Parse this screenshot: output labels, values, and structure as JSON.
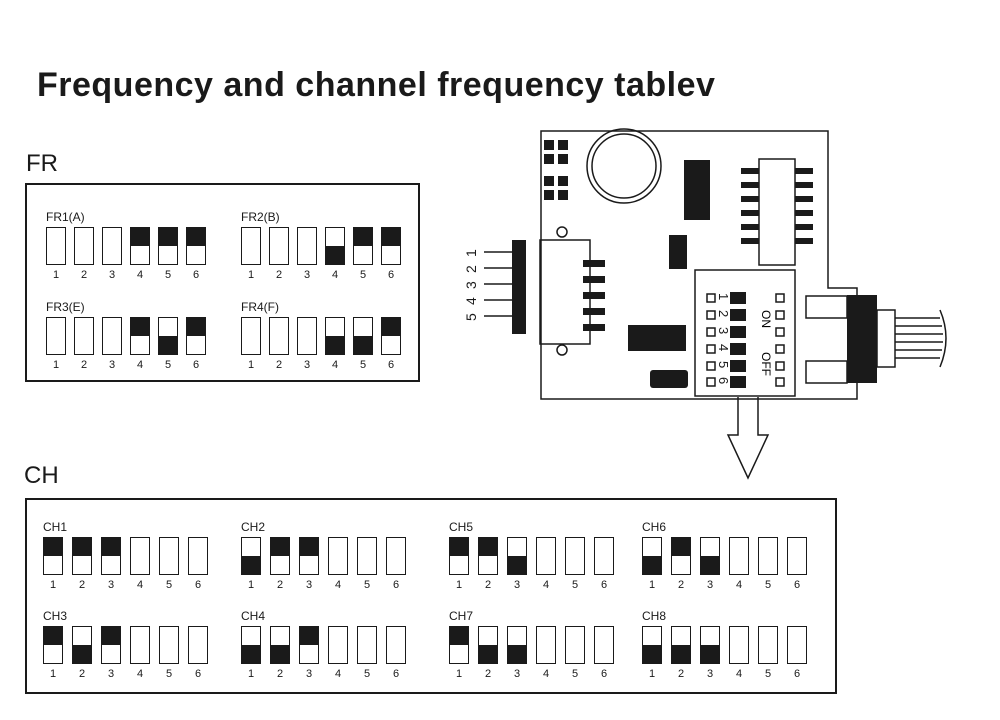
{
  "title": "Frequency and channel frequency tablev",
  "fr": {
    "label": "FR",
    "groups": [
      {
        "label": "FR1(A)",
        "switches": [
          "none",
          "none",
          "none",
          "top",
          "top",
          "top"
        ]
      },
      {
        "label": "FR2(B)",
        "switches": [
          "none",
          "none",
          "none",
          "bottom",
          "top",
          "top"
        ]
      },
      {
        "label": "FR3(E)",
        "switches": [
          "none",
          "none",
          "none",
          "top",
          "bottom",
          "top"
        ]
      },
      {
        "label": "FR4(F)",
        "switches": [
          "none",
          "none",
          "none",
          "bottom",
          "bottom",
          "top"
        ]
      }
    ]
  },
  "ch": {
    "label": "CH",
    "groups": [
      {
        "label": "CH1",
        "switches": [
          "top",
          "top",
          "top",
          "none",
          "none",
          "none"
        ]
      },
      {
        "label": "CH2",
        "switches": [
          "bottom",
          "top",
          "top",
          "none",
          "none",
          "none"
        ]
      },
      {
        "label": "CH5",
        "switches": [
          "top",
          "top",
          "bottom",
          "none",
          "none",
          "none"
        ]
      },
      {
        "label": "CH6",
        "switches": [
          "bottom",
          "top",
          "bottom",
          "none",
          "none",
          "none"
        ]
      },
      {
        "label": "CH3",
        "switches": [
          "top",
          "bottom",
          "top",
          "none",
          "none",
          "none"
        ]
      },
      {
        "label": "CH4",
        "switches": [
          "bottom",
          "bottom",
          "top",
          "none",
          "none",
          "none"
        ]
      },
      {
        "label": "CH7",
        "switches": [
          "top",
          "bottom",
          "bottom",
          "none",
          "none",
          "none"
        ]
      },
      {
        "label": "CH8",
        "switches": [
          "bottom",
          "bottom",
          "bottom",
          "none",
          "none",
          "none"
        ]
      }
    ]
  },
  "switch_numbers": [
    "1",
    "2",
    "3",
    "4",
    "5",
    "6"
  ],
  "board": {
    "connector_pins": [
      "1",
      "2",
      "3",
      "4",
      "5"
    ],
    "dip_numbers": [
      "1",
      "2",
      "3",
      "4",
      "5",
      "6"
    ],
    "dip_on": "ON",
    "dip_off": "OFF"
  }
}
